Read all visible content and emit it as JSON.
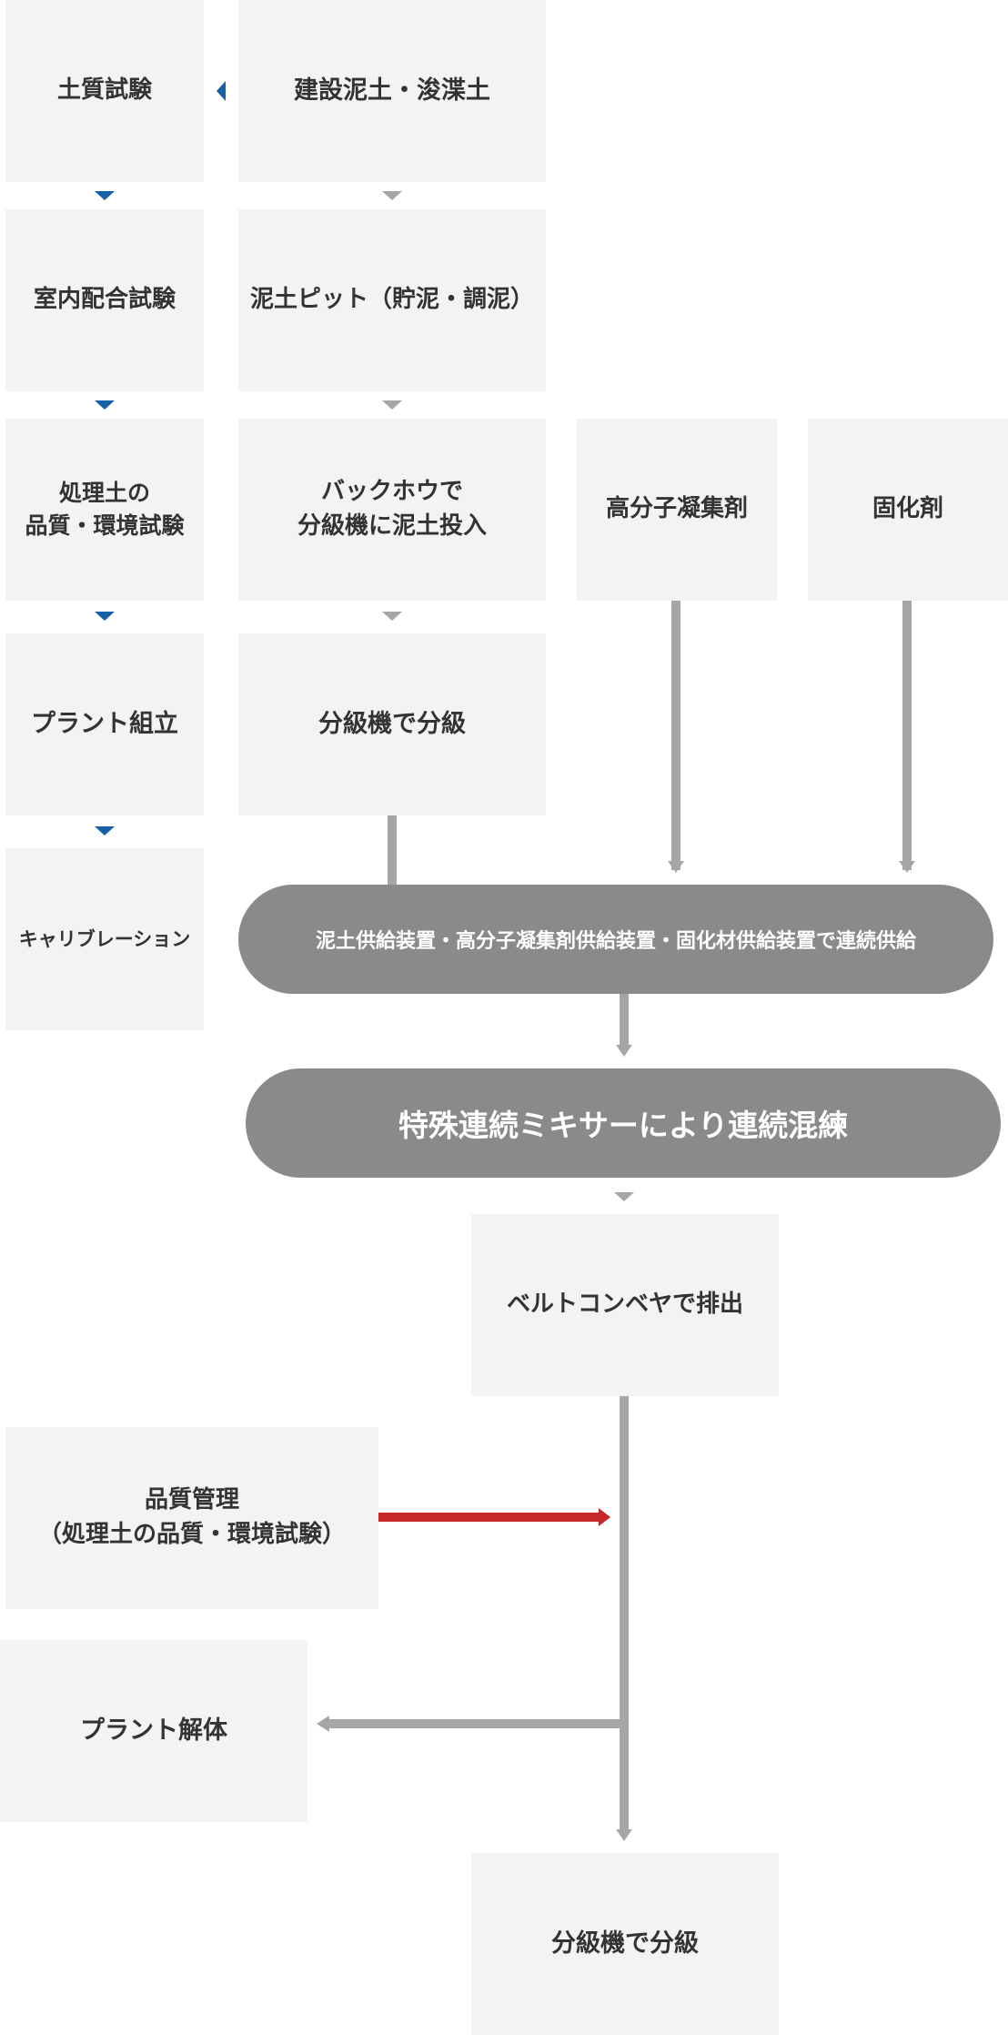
{
  "left_column": {
    "soil_test": "土質試験",
    "mix_test": "室内配合試験",
    "quality_env_test": "処理土の\n品質・環境試験",
    "plant_assembly": "プラント組立",
    "calibration": "キャリブレーション"
  },
  "center_column": {
    "construction_mud": "建設泥土・浚渫土",
    "mud_pit": "泥土ピット（貯泥・調泥）",
    "backhoe": "バックホウで\n分級機に泥土投入",
    "classifier": "分級機で分級"
  },
  "right_inputs": {
    "polymer_flocculant": "高分子凝集剤",
    "solidifier": "固化剤"
  },
  "continuous_supply": "泥土供給装置・高分子凝集剤供給装置・固化材供給装置で連続供給",
  "mixer": "特殊連続ミキサーにより連続混練",
  "belt_conveyor": "ベルトコンベヤで排出",
  "quality_control": "品質管理\n（処理土の品質・環境試験）",
  "plant_dismantle": "プラント解体",
  "final_classifier": "分級機で分級",
  "colors": {
    "box_bg": "#f3f3f3",
    "pill_bg": "#8a8a8a",
    "arrow_gray": "#a6a6a6",
    "arrow_blue": "#1560a6",
    "arrow_red": "#c62828"
  }
}
